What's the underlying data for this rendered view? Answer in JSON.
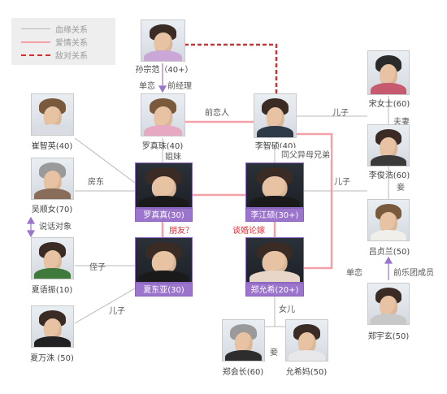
{
  "legend": {
    "blood": "血缘关系",
    "love": "爱情关系",
    "enemy": "敌对关系"
  },
  "colors": {
    "blood": "#b8b8b8",
    "love": "#f4a0a8",
    "enemy": "#cc3333",
    "arrow": "#9b74cc",
    "namebar": "#9b74cc",
    "red_text": "#e0303a"
  },
  "people": {
    "sun": "孙宗范（40+）",
    "luo_zhenzhu": "罗真珠(40)",
    "li_zhishuo": "李智硕(40)",
    "song": "宋女士(60)",
    "li_junhao": "李俊浩(60)",
    "cui": "崔智英(40)",
    "wu": "吴顺女(70)",
    "xia_yuzhen": "夏语振(10)",
    "xia_wanzhu": "夏万洙 (50)",
    "luo_zhenzhen": "罗真真(30)",
    "li_jiangshuo": "李江硕(30+)",
    "xia_dongya": "夏东亚(30)",
    "zheng_yunxi": "郑允希(20+)",
    "lv_zhenlan": "吕贞兰(50)",
    "zheng_yuxuan": "郑宇玄(50)",
    "zheng_huizhang": "郑会长(60)",
    "yun_xiju": "允希妈(50)"
  },
  "relations": {
    "sun_to_zhenzhu": "单恋",
    "former_exec": "前经理",
    "ex_lover": "前恋人",
    "son_1": "儿子",
    "couple": "夫妻",
    "sisters": "姐妹",
    "half_brothers": "同父异母兄弟",
    "landlord": "房东",
    "son_2": "儿子",
    "wife_1": "妾",
    "talk_partner": "说话对象",
    "friends": "朋友？",
    "dating": "谈婚论嫁",
    "nephew": "侄子",
    "daughter": "女儿",
    "one_sided": "单恋",
    "band_member": "前乐团成员",
    "son_3": "儿子",
    "wife_2": "妾"
  }
}
